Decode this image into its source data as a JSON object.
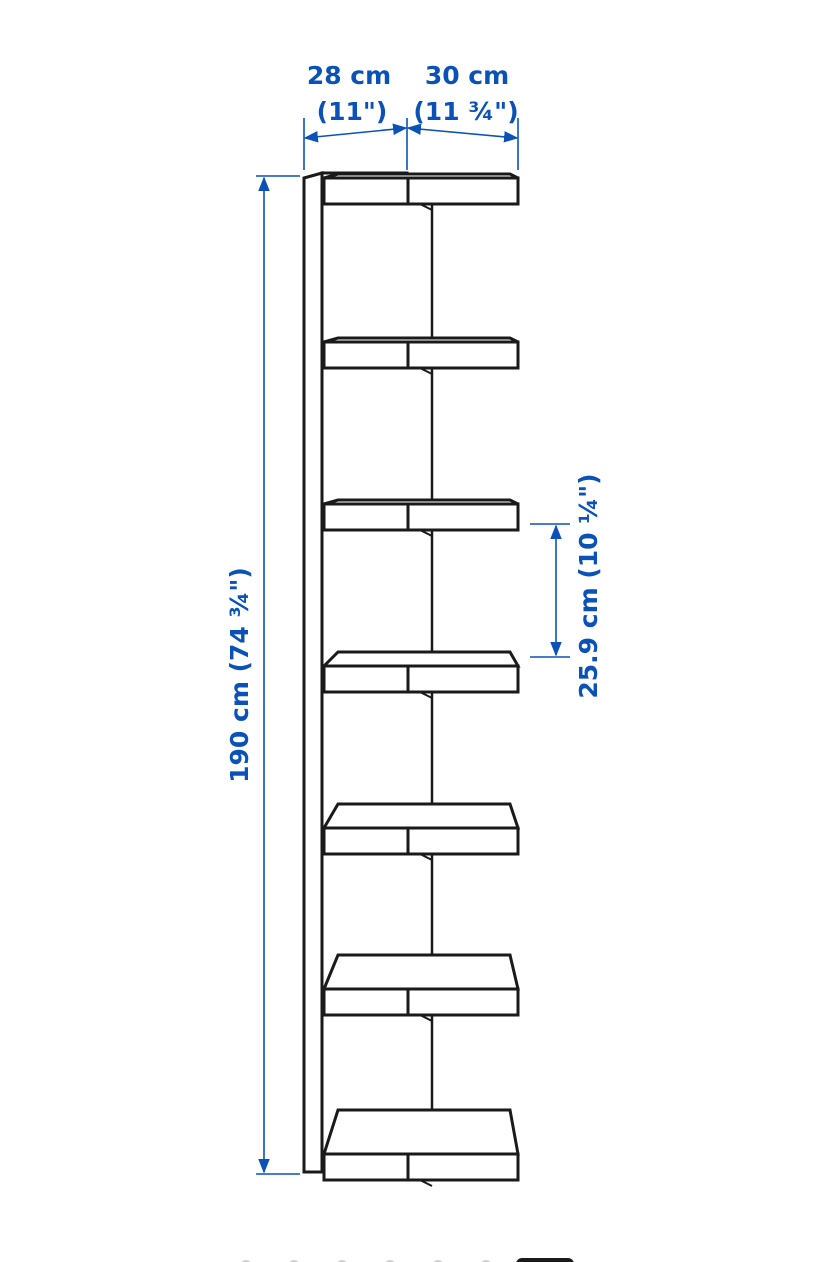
{
  "colors": {
    "dimension": "#0a52b8",
    "drawing": "#1a1a1a",
    "background": "#ffffff",
    "page_dot": "#cfcfcf",
    "page_dot_active": "#1a1a1a"
  },
  "dimensions": {
    "depth_left": {
      "metric": "28 cm",
      "imperial": "(11\")"
    },
    "depth_right": {
      "metric": "30 cm",
      "imperial": "(11 ¾\")"
    },
    "height": {
      "label": "190 cm (74 ¾\")"
    },
    "shelf_spacing": {
      "label": "25.9 cm (10 ¼\")"
    }
  },
  "diagram": {
    "subject": "corner-wall-shelf-unit",
    "shelf_count": 7
  },
  "pagination": {
    "page_count": 7,
    "active_page": 7
  }
}
